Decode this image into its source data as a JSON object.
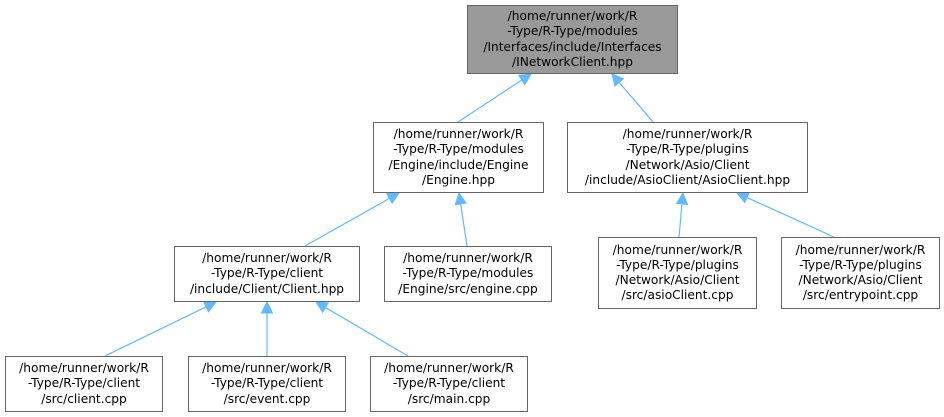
{
  "diagram": {
    "nodes": [
      {
        "id": "inetworkclient",
        "root": true,
        "text": "/home/runner/work/R\n-Type/R-Type/modules\n/Interfaces/include/Interfaces\n/INetworkClient.hpp"
      },
      {
        "id": "engine_hpp",
        "root": false,
        "text": "/home/runner/work/R\n-Type/R-Type/modules\n/Engine/include/Engine\n/Engine.hpp"
      },
      {
        "id": "asioclient_hpp",
        "root": false,
        "text": "/home/runner/work/R\n-Type/R-Type/plugins\n/Network/Asio/Client\n/include/AsioClient/AsioClient.hpp"
      },
      {
        "id": "client_hpp",
        "root": false,
        "text": "/home/runner/work/R\n-Type/R-Type/client\n/include/Client/Client.hpp"
      },
      {
        "id": "engine_cpp",
        "root": false,
        "text": "/home/runner/work/R\n-Type/R-Type/modules\n/Engine/src/engine.cpp"
      },
      {
        "id": "asioclient_cpp",
        "root": false,
        "text": "/home/runner/work/R\n-Type/R-Type/plugins\n/Network/Asio/Client\n/src/asioClient.cpp"
      },
      {
        "id": "entrypoint_cpp",
        "root": false,
        "text": "/home/runner/work/R\n-Type/R-Type/plugins\n/Network/Asio/Client\n/src/entrypoint.cpp"
      },
      {
        "id": "client_cpp",
        "root": false,
        "text": "/home/runner/work/R\n-Type/R-Type/client\n/src/client.cpp"
      },
      {
        "id": "event_cpp",
        "root": false,
        "text": "/home/runner/work/R\n-Type/R-Type/client\n/src/event.cpp"
      },
      {
        "id": "main_cpp",
        "root": false,
        "text": "/home/runner/work/R\n-Type/R-Type/client\n/src/main.cpp"
      }
    ],
    "edges": [
      {
        "from": "engine_hpp",
        "to": "inetworkclient"
      },
      {
        "from": "asioclient_hpp",
        "to": "inetworkclient"
      },
      {
        "from": "client_hpp",
        "to": "engine_hpp"
      },
      {
        "from": "engine_cpp",
        "to": "engine_hpp"
      },
      {
        "from": "asioclient_cpp",
        "to": "asioclient_hpp"
      },
      {
        "from": "entrypoint_cpp",
        "to": "asioclient_hpp"
      },
      {
        "from": "client_cpp",
        "to": "client_hpp"
      },
      {
        "from": "event_cpp",
        "to": "client_hpp"
      },
      {
        "from": "main_cpp",
        "to": "client_hpp"
      }
    ],
    "colors": {
      "edge": "#63b8ff",
      "node_border": "#666666",
      "root_fill": "#999999",
      "node_fill": "#ffffff"
    }
  }
}
